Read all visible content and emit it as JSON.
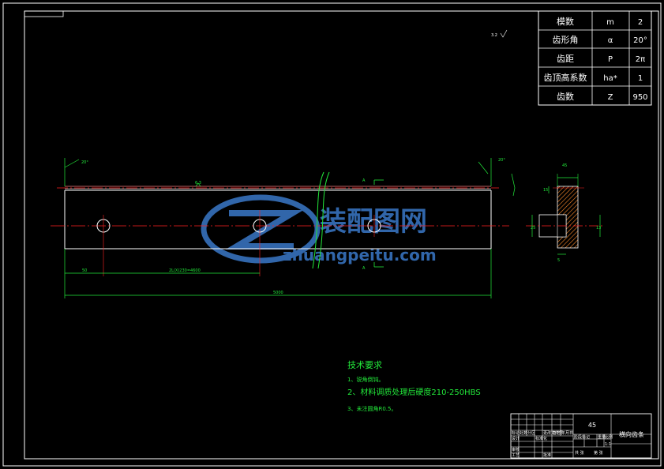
{
  "colors": {
    "background": "#000000",
    "frame": "#ffffff",
    "dimension": "#22e83a",
    "centerline": "#ff2020",
    "watermark": "#3a78c8"
  },
  "param_table": {
    "rows": [
      {
        "name": "模数",
        "symbol": "m",
        "value": "2"
      },
      {
        "name": "齿形角",
        "symbol": "α",
        "value": "20°"
      },
      {
        "name": "齿距",
        "symbol": "P",
        "value": "2π"
      },
      {
        "name": "齿顶高系数",
        "symbol": "ha*",
        "value": "1"
      },
      {
        "name": "齿数",
        "symbol": "Z",
        "value": "950"
      }
    ]
  },
  "roughness_note": "3.2",
  "dimensions": {
    "left_angle": "20°",
    "right_angle": "20°",
    "top_roughness": "6.3",
    "section_mark": "A",
    "offset_50": "50",
    "pitch": "2L(X)230=4600",
    "length": "5000",
    "side_width": "45",
    "side_height": "25",
    "side_height2": "13",
    "side_depth": "15",
    "side_small": "5"
  },
  "tech": {
    "title": "技术要求",
    "items": [
      "1、锐角倒钝。",
      "2、材料调质处理后硬度210-250HBS",
      "3、未注圆角R0.5。"
    ]
  },
  "watermark": {
    "cn": "装配图网",
    "en": "zhuangpeitu.com"
  },
  "title_block": {
    "material": "45",
    "part_name": "横向齿条",
    "labels": [
      "标记",
      "处数",
      "分区",
      "更改文件号",
      "签名",
      "年月日",
      "设计",
      "标准化",
      "阶段标记",
      "重量",
      "比例",
      "审核",
      "工艺",
      "批准",
      "共 张",
      "第 张"
    ],
    "scale": "1:1"
  }
}
